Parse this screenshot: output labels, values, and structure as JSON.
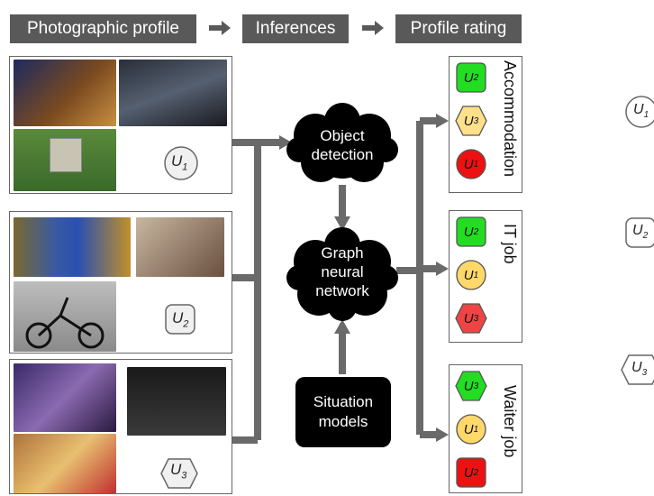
{
  "header": {
    "step1": "Photographic profile",
    "step2": "Inferences",
    "step3": "Profile rating"
  },
  "users": {
    "u1": {
      "letter": "U",
      "index": "1"
    },
    "u2": {
      "letter": "U",
      "index": "2"
    },
    "u3": {
      "letter": "U",
      "index": "3"
    }
  },
  "nodes": {
    "object_detection": [
      "Object",
      "detection"
    ],
    "gnn": [
      "Graph",
      "neural",
      "network"
    ],
    "situation_models": [
      "Situation",
      "models"
    ]
  },
  "ratings": [
    {
      "label": "Accommodation",
      "items": [
        {
          "index": "2",
          "shape": "rounded-square",
          "color": "#22dd22"
        },
        {
          "index": "3",
          "shape": "hexagon",
          "color": "#ffe08a"
        },
        {
          "index": "1",
          "shape": "circle",
          "color": "#ee1111"
        }
      ]
    },
    {
      "label": "IT job",
      "items": [
        {
          "index": "2",
          "shape": "rounded-square",
          "color": "#22dd22"
        },
        {
          "index": "1",
          "shape": "circle",
          "color": "#ffd86a"
        },
        {
          "index": "3",
          "shape": "hexagon",
          "color": "#ee4444"
        }
      ]
    },
    {
      "label": "Waiter job",
      "items": [
        {
          "index": "3",
          "shape": "hexagon",
          "color": "#22dd22"
        },
        {
          "index": "1",
          "shape": "circle",
          "color": "#ffd86a"
        },
        {
          "index": "2",
          "shape": "rounded-square",
          "color": "#ee1111"
        }
      ]
    }
  ],
  "colors": {
    "header_bg": "#595959",
    "arrow": "#6a6a6a",
    "node_bg": "#000000"
  }
}
